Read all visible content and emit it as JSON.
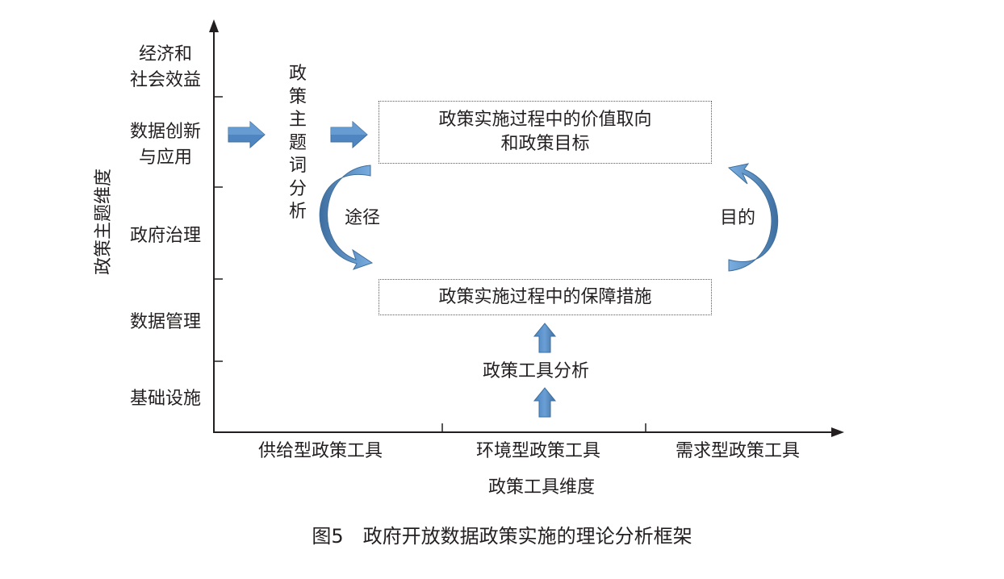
{
  "axes": {
    "y_title": "政策主题维度",
    "x_title": "政策工具维度"
  },
  "y_categories": [
    "经济和\n社会效益",
    "数据创新\n与应用",
    "政府治理",
    "数据管理",
    "基础设施"
  ],
  "x_categories": [
    "供给型政策工具",
    "环境型政策工具",
    "需求型政策工具"
  ],
  "nodes": {
    "keyword_analysis": "政策主题词分析",
    "value_box": "政策实施过程中的价值取向\n和政策目标",
    "support_box": "政策实施过程中的保障措施",
    "tool_analysis": "政策工具分析"
  },
  "edges": {
    "path_label": "途径",
    "goal_label": "目的"
  },
  "caption": "图5　政府开放数据政策实施的理论分析框架",
  "colors": {
    "arrow_fill": "#5b8fc8",
    "arrow_dark": "#3e6f9f",
    "axis": "#231f20",
    "text": "#231f20"
  }
}
